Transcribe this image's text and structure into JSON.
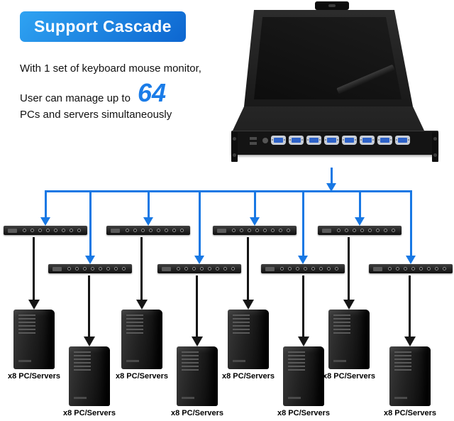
{
  "banner": {
    "title": "Support Cascade"
  },
  "intro": {
    "line1": "With 1 set of keyboard mouse monitor,",
    "line2_prefix": "User can manage up to",
    "highlight_number": "64",
    "line3": "PCs and servers simultaneously"
  },
  "colors": {
    "banner_gradient_start": "#2fa3f2",
    "banner_gradient_end": "#0d66d0",
    "arrow_blue": "#1878e4",
    "arrow_black": "#151515",
    "highlight_blue": "#1a7ce8"
  },
  "diagram": {
    "cascade_switch_count": 8,
    "ports_per_switch": 8,
    "server_groups": [
      {
        "label": "x8 PC/Servers"
      },
      {
        "label": "x8 PC/Servers"
      },
      {
        "label": "x8 PC/Servers"
      },
      {
        "label": "x8 PC/Servers"
      },
      {
        "label": "x8 PC/Servers"
      },
      {
        "label": "x8 PC/Servers"
      },
      {
        "label": "x8 PC/Servers"
      },
      {
        "label": "x8 PC/Servers"
      }
    ]
  }
}
